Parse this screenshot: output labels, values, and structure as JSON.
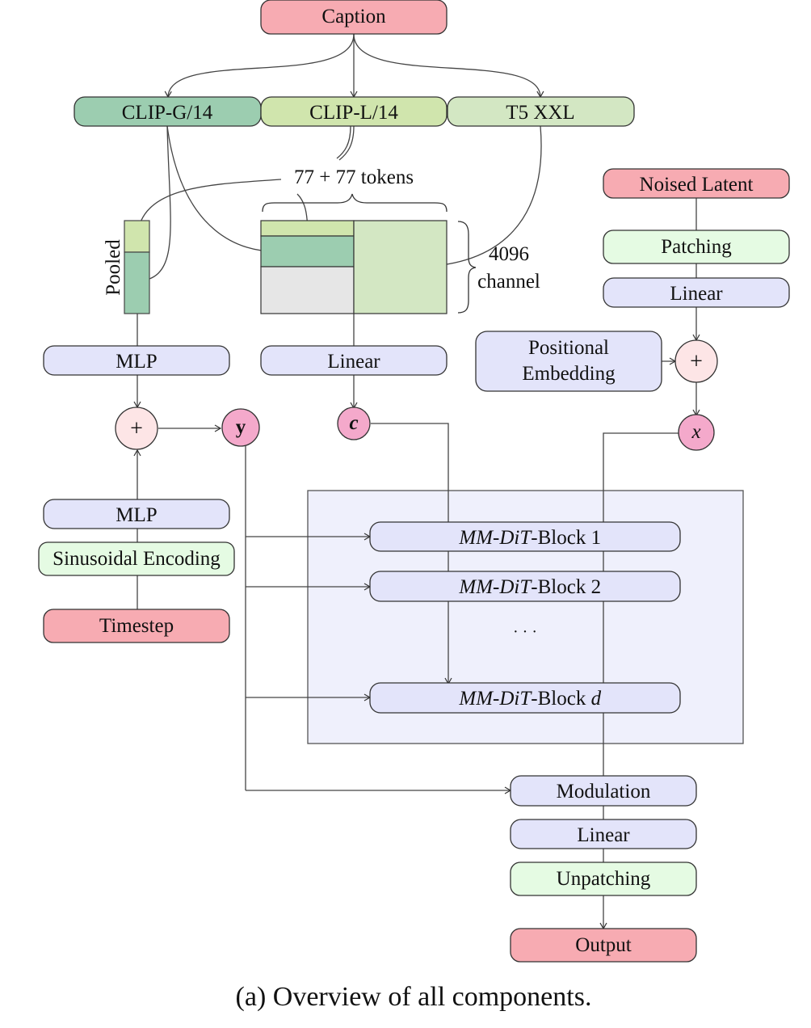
{
  "colors": {
    "input": "#f7abb2",
    "clip_g": "#9ccdb0",
    "clip_l": "#d0e5ad",
    "t5": "#d3e7c3",
    "linear_mlp": "#e3e4fa",
    "patching": "#e5fbe3",
    "adder": "#fde5e6",
    "variable": "#f4a9cb",
    "padding": "#e6e6e6",
    "mmdit_container": "#eff0fc"
  },
  "nodes": {
    "caption": "Caption",
    "clip_g": "CLIP-G/14",
    "clip_l": "CLIP-L/14",
    "t5": "T5 XXL",
    "tokens_label": "77 + 77 tokens",
    "channel_count": "4096",
    "channel_label": "channel",
    "pooled_label": "Pooled",
    "mlp_top": "MLP",
    "linear_context": "Linear",
    "adder_symbol": "+",
    "y_var": "y",
    "c_var": "c",
    "x_var": "x",
    "mlp_bottom": "MLP",
    "sinusoidal": "Sinusoidal Encoding",
    "timestep": "Timestep",
    "noised_latent": "Noised Latent",
    "patching": "Patching",
    "linear_latent": "Linear",
    "positional_line1": "Positional",
    "positional_line2": "Embedding",
    "mmdit_prefix": "MM-DiT",
    "block_word": "-Block ",
    "block1_num": "1",
    "block2_num": "2",
    "blockd_num": "d",
    "ellipsis": "· · ·",
    "modulation": "Modulation",
    "linear_out": "Linear",
    "unpatching": "Unpatching",
    "output": "Output"
  },
  "figure_caption": "(a) Overview of all components."
}
